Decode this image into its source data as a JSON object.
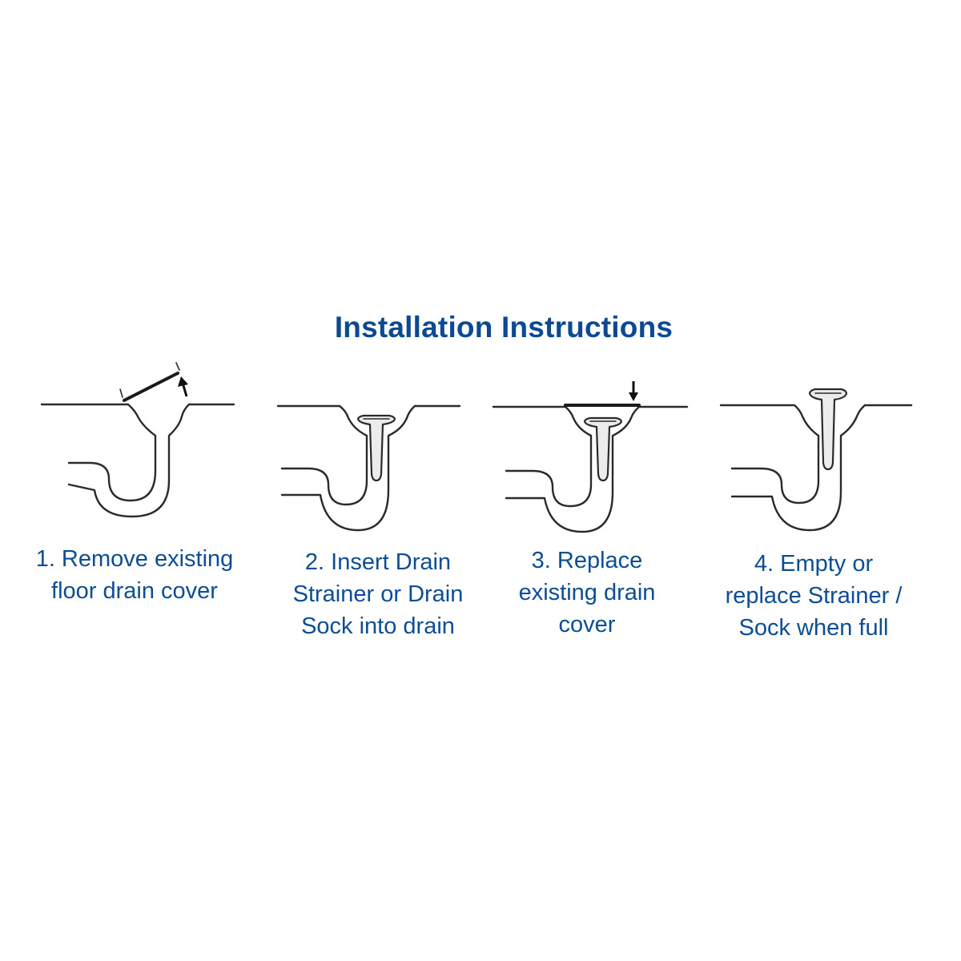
{
  "title": "Installation Instructions",
  "colors": {
    "title": "#0b4a93",
    "caption": "#0d4d94",
    "line": "#2a2a2a"
  },
  "steps": [
    {
      "lines": [
        "1. Remove existing",
        "floor drain cover"
      ]
    },
    {
      "lines": [
        "2. Insert Drain",
        "Strainer or Drain",
        "Sock into drain"
      ]
    },
    {
      "lines": [
        "3. Replace",
        "existing drain",
        "cover"
      ]
    },
    {
      "lines": [
        "4. Empty or",
        "replace Strainer /",
        "Sock when full"
      ]
    }
  ]
}
